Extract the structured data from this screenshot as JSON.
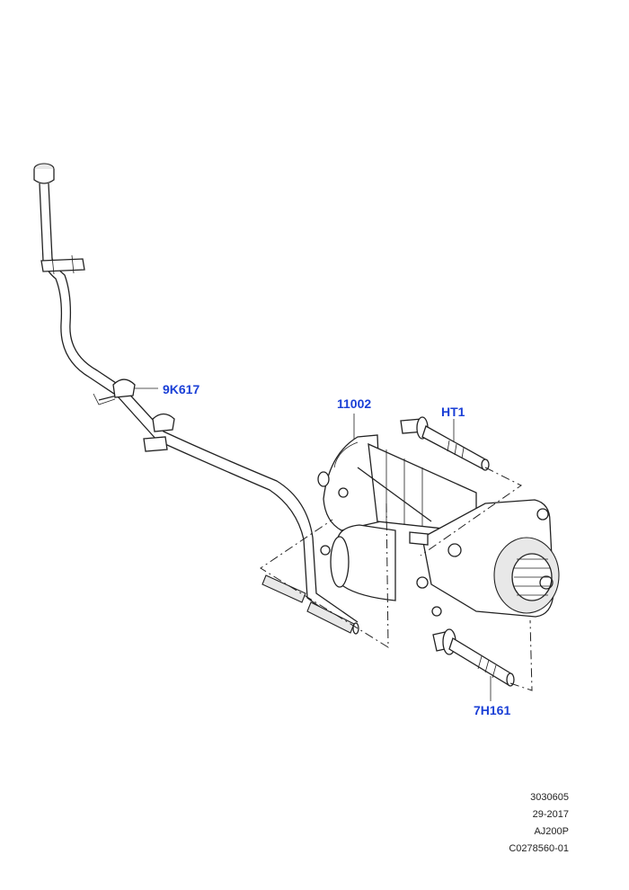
{
  "callouts": {
    "wiring_harness": "9K617",
    "starter_motor": "11002",
    "upper_bolt": "HT1",
    "lower_bolt": "7H161"
  },
  "footer": {
    "line1": "3030605",
    "line2": "29-2017",
    "line3": "AJ200P",
    "line4": "C0278560-01"
  }
}
